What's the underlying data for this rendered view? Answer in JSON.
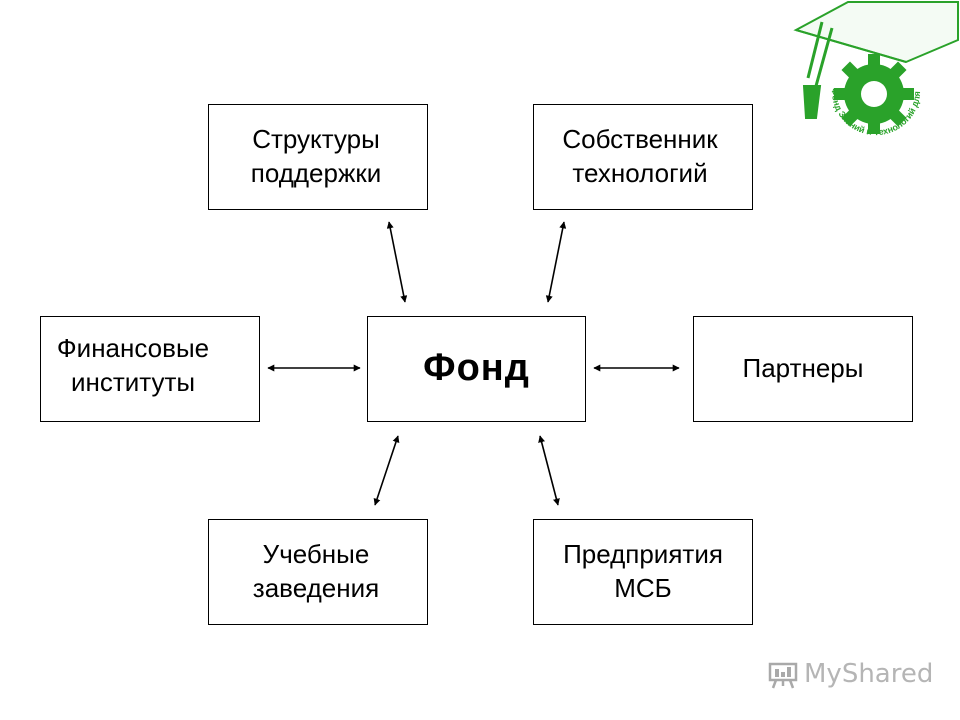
{
  "diagram": {
    "center": {
      "label": "Фонд"
    },
    "nodes": {
      "support": {
        "label": "Структуры\nподдержки"
      },
      "owner": {
        "label": "Собственник\nтехнологий"
      },
      "finance": {
        "label": "Финансовые\nинституты"
      },
      "partners": {
        "label": "Партнеры"
      },
      "edu": {
        "label": "Учебные\nзаведения"
      },
      "sme": {
        "label": "Предприятия\nМСБ"
      }
    },
    "connectors": [
      {
        "from": "fund",
        "to": "support",
        "style": "double-arrow"
      },
      {
        "from": "fund",
        "to": "owner",
        "style": "double-arrow"
      },
      {
        "from": "fund",
        "to": "finance",
        "style": "double-arrow"
      },
      {
        "from": "fund",
        "to": "partners",
        "style": "double-arrow"
      },
      {
        "from": "fund",
        "to": "edu",
        "style": "double-arrow"
      },
      {
        "from": "fund",
        "to": "sme",
        "style": "double-arrow"
      }
    ]
  },
  "logo": {
    "icon": "graduation-cap-gear-icon",
    "text": "Фонд Знаний и Технологий для МСБ",
    "color": "#2aa22a"
  },
  "watermark": {
    "icon": "presentation-board-icon",
    "text": "MyShared",
    "color": "#b5b5b5"
  }
}
